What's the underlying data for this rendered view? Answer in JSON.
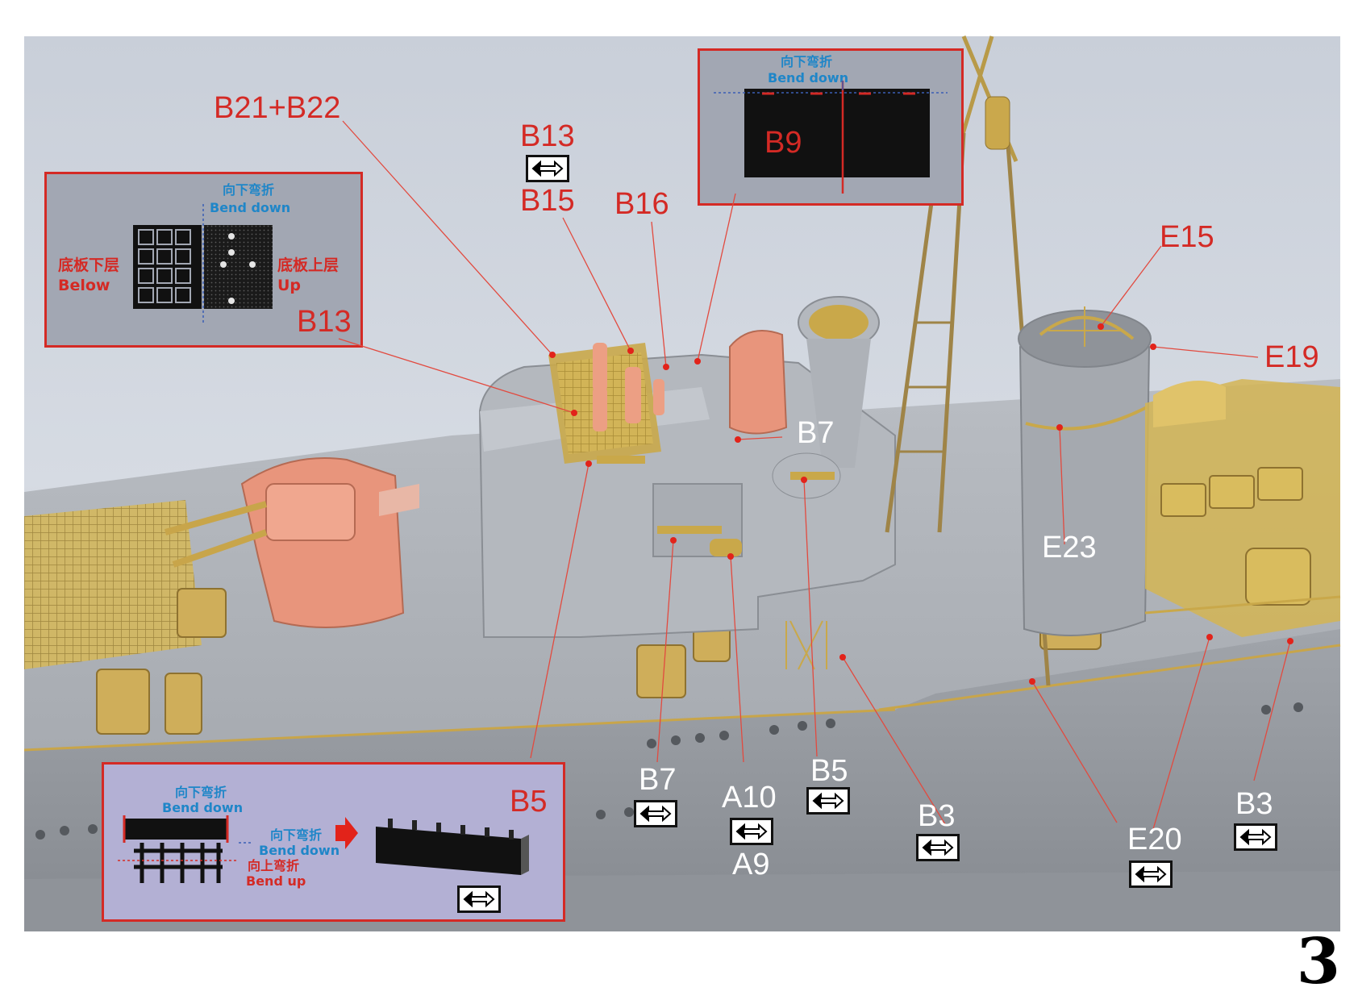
{
  "labels_red": {
    "b21_b22": "B21+B22",
    "b13_top": "B13",
    "b15": "B15",
    "b16": "B16",
    "b9": "B9",
    "e15": "E15",
    "e19": "E19",
    "b13_inset": "B13",
    "b5_inset": "B5"
  },
  "labels_white": {
    "b7_upper": "B7",
    "e23": "E23",
    "b7_lower": "B7",
    "a10": "A10",
    "a9": "A9",
    "b5": "B5",
    "b3_left": "B3",
    "e20": "E20",
    "b3_right": "B3"
  },
  "inset_b13": {
    "bend_cn": "向下弯折",
    "bend_en": "Bend down",
    "below_cn": "底板下层",
    "below_en": "Below",
    "up_cn": "底板上层",
    "up_en": "Up"
  },
  "inset_b9": {
    "bend_cn": "向下弯折",
    "bend_en": "Bend down"
  },
  "inset_b5": {
    "bend_down_cn_1": "向下弯折",
    "bend_down_en_1": "Bend down",
    "bend_down_cn_2": "向下弯折",
    "bend_down_en_2": "Bend down",
    "bend_up_cn": "向上弯折",
    "bend_up_en": "Bend up"
  },
  "page_number": "3",
  "colors": {
    "callout_red": "#d42a25",
    "instruction_blue": "#1f86c8",
    "hull_grey": "#9ea3a8",
    "brass": "#c9a84a",
    "resin_pink": "#e8957c"
  },
  "icon": "double-sided-arrow-icon"
}
